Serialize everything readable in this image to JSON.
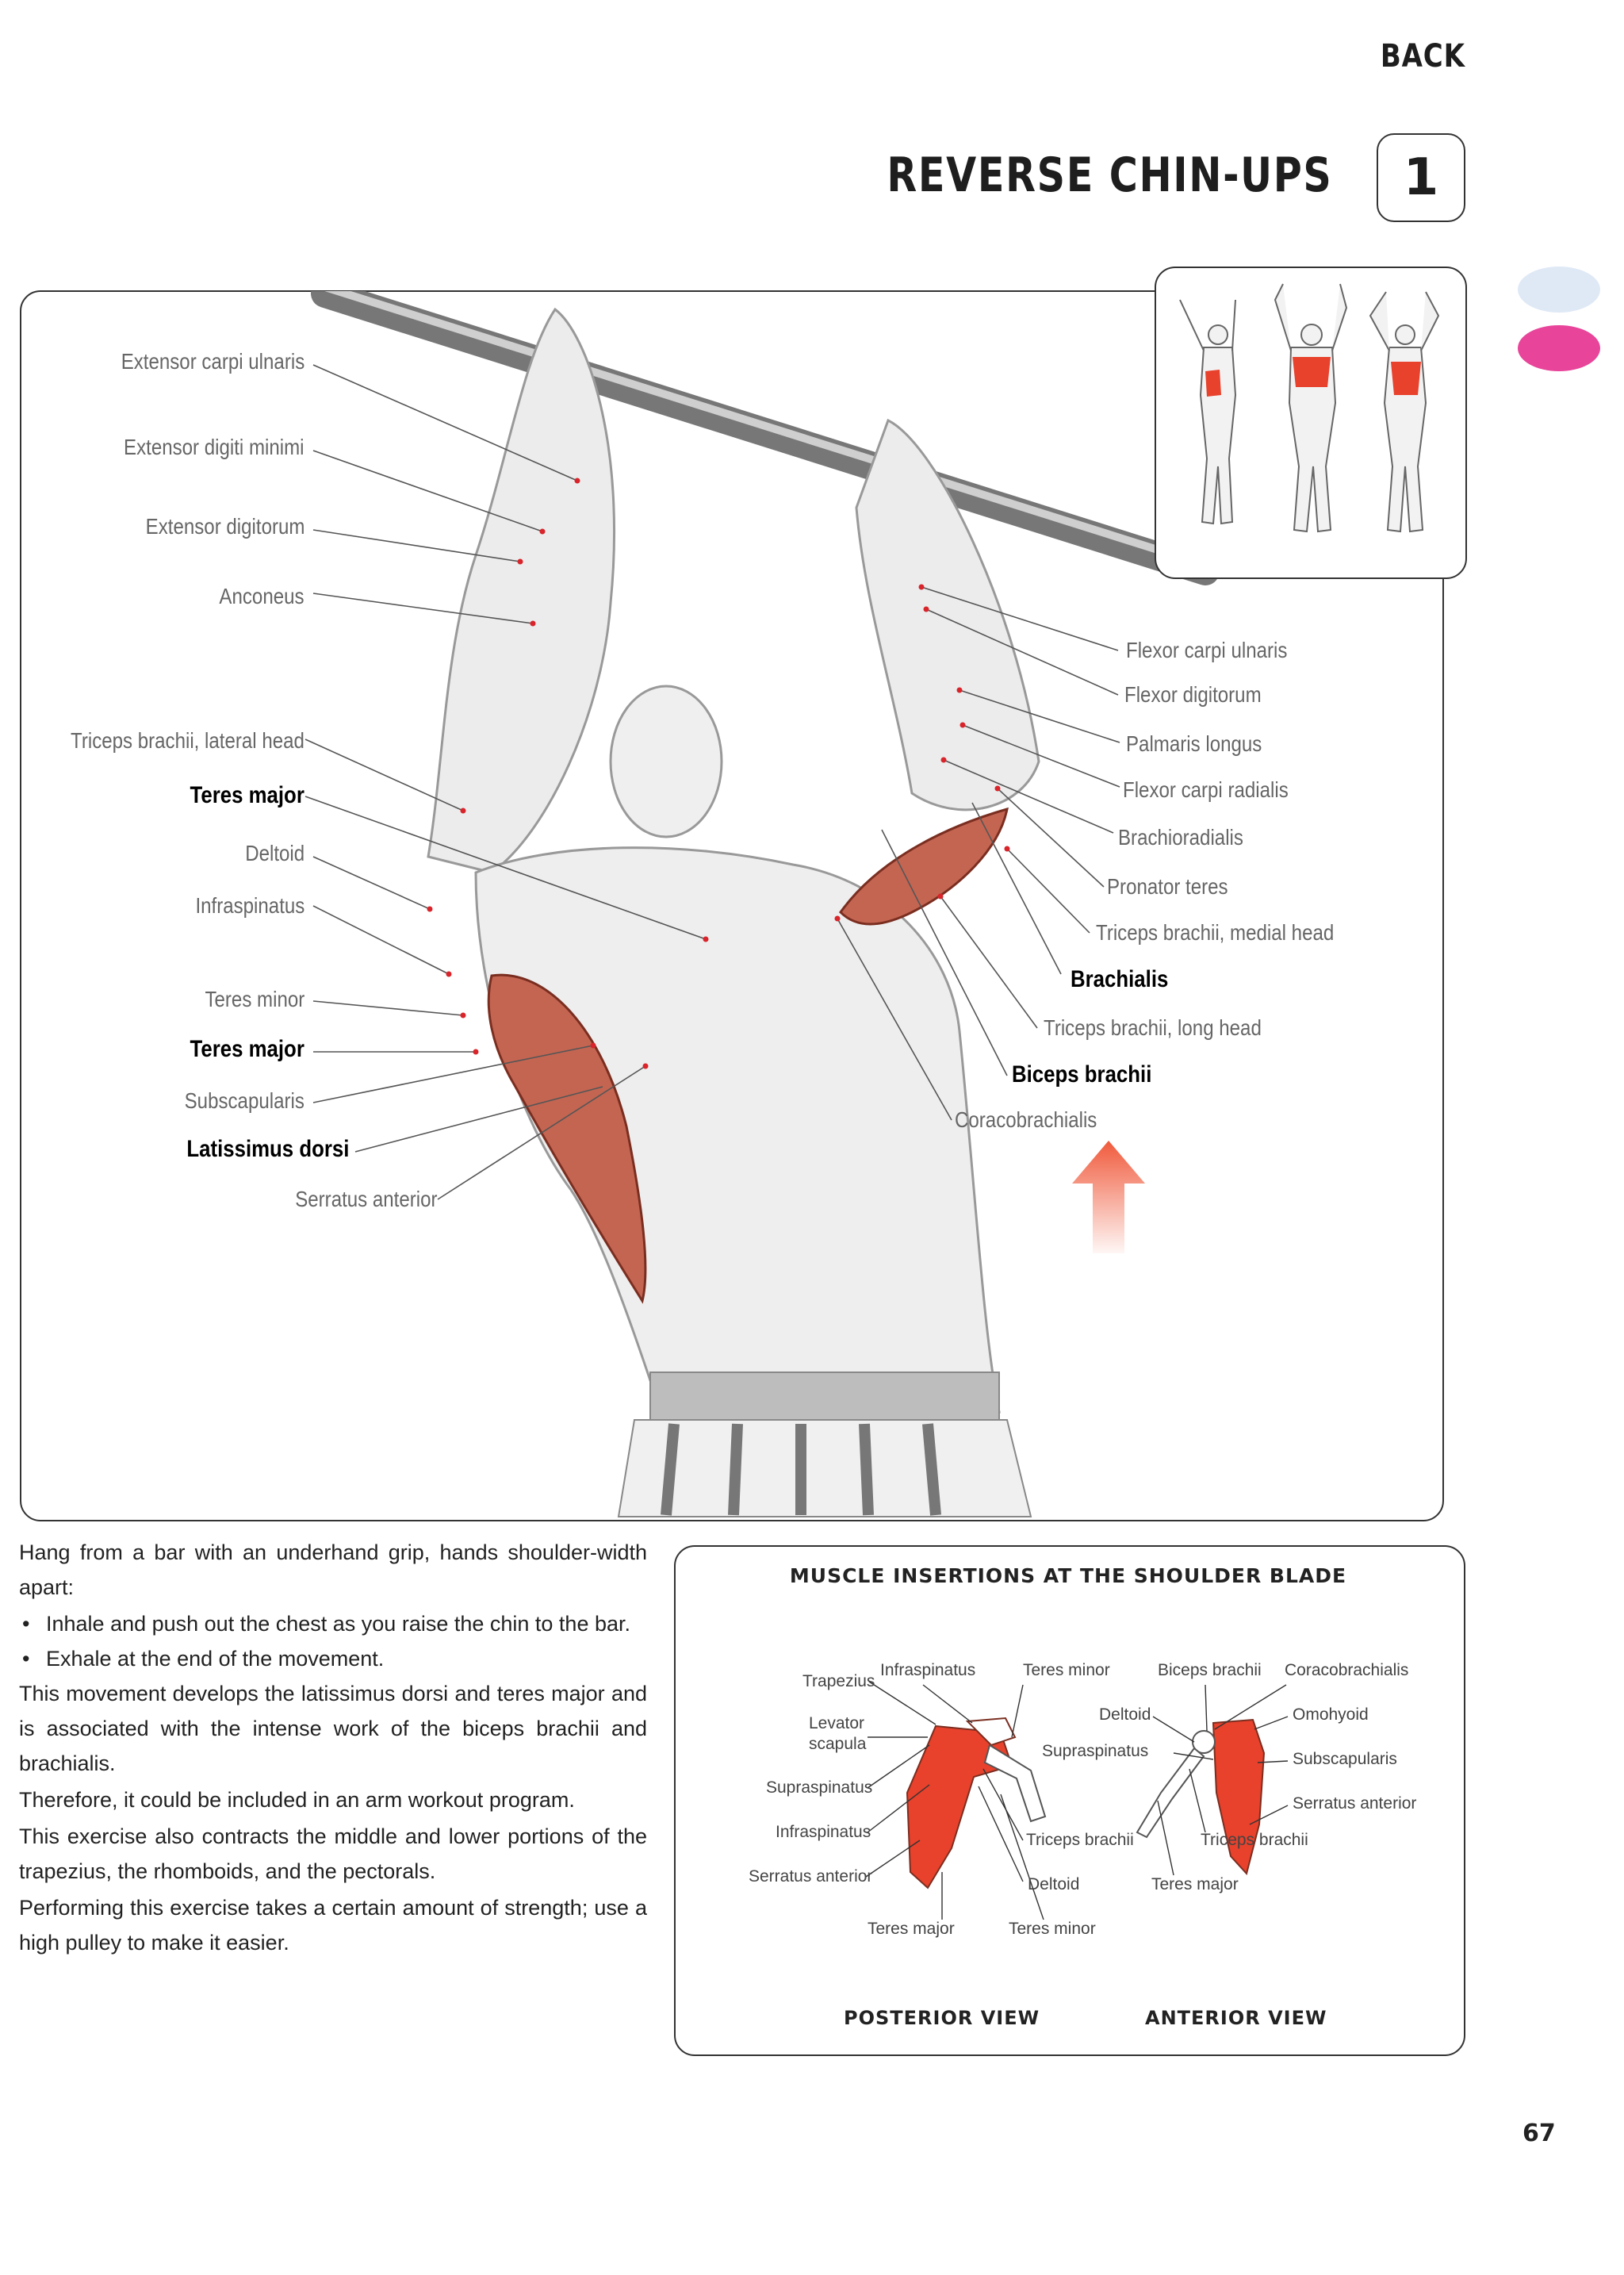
{
  "header": {
    "section": "BACK",
    "title": "REVERSE CHIN-UPS",
    "exercise_number": "1"
  },
  "colors": {
    "accent_light": "#dfe9f6",
    "accent_magenta": "#e8449a",
    "muscle_red": "#e8412c",
    "arrow": "#f05a3c"
  },
  "illustration": {
    "labels_left": {
      "extensor_carpi_ulnaris": "Extensor carpi ulnaris",
      "extensor_digiti_minimi": "Extensor digiti minimi",
      "extensor_digitorum": "Extensor digitorum",
      "anconeus": "Anconeus",
      "triceps_lateral": "Triceps brachii, lateral head",
      "teres_major_1": "Teres major",
      "deltoid": "Deltoid",
      "infraspinatus": "Infraspinatus",
      "teres_minor": "Teres minor",
      "teres_major_2": "Teres major",
      "subscapularis": "Subscapularis",
      "latissimus_dorsi": "Latissimus dorsi",
      "serratus_anterior": "Serratus anterior"
    },
    "labels_right": {
      "flexor_carpi_ulnaris": "Flexor carpi ulnaris",
      "flexor_digitorum": "Flexor digitorum",
      "palmaris_longus": "Palmaris longus",
      "flexor_carpi_radialis": "Flexor carpi radialis",
      "brachioradialis": "Brachioradialis",
      "pronator_teres": "Pronator teres",
      "triceps_medial": "Triceps brachii, medial head",
      "brachialis": "Brachialis",
      "triceps_long": "Triceps brachii, long head",
      "biceps_brachii": "Biceps brachii",
      "coracobrachialis": "Coracobrachialis"
    }
  },
  "description": {
    "intro": "Hang from a bar with an underhand grip, hands shoulder-width apart:",
    "steps": [
      "Inhale and push out the chest as you raise the chin to the bar.",
      "Exhale at the end of the movement."
    ],
    "paragraphs": [
      "This movement develops the latissimus dorsi and teres major and is associated with the intense work of the biceps brachii and brachialis.",
      "Therefore, it could be included in an arm workout program.",
      "This exercise also contracts the middle and lower portions of the trapezius, the rhomboids, and the pectorals.",
      "Performing this exercise takes a certain amount of strength; use a high pulley to make it easier."
    ]
  },
  "inset": {
    "title": "MUSCLE INSERTIONS AT THE SHOULDER BLADE",
    "posterior_labels": {
      "trapezius": "Trapezius",
      "infraspinatus_top": "Infraspinatus",
      "teres_minor_top": "Teres minor",
      "levator_scapula": "Levator scapula",
      "supraspinatus": "Supraspinatus",
      "infraspinatus": "Infraspinatus",
      "serratus_anterior": "Serratus anterior",
      "triceps_brachii": "Triceps brachii",
      "deltoid": "Deltoid",
      "teres_major": "Teres major",
      "teres_minor": "Teres minor"
    },
    "anterior_labels": {
      "biceps_brachii": "Biceps brachii",
      "coracobrachialis": "Coracobrachialis",
      "deltoid": "Deltoid",
      "omohyoid": "Omohyoid",
      "supraspinatus": "Supraspinatus",
      "subscapularis": "Subscapularis",
      "serratus_anterior": "Serratus anterior",
      "triceps_brachii": "Triceps brachii",
      "teres_major": "Teres major"
    },
    "posterior_view": "POSTERIOR VIEW",
    "anterior_view": "ANTERIOR VIEW"
  },
  "page_number": "67"
}
